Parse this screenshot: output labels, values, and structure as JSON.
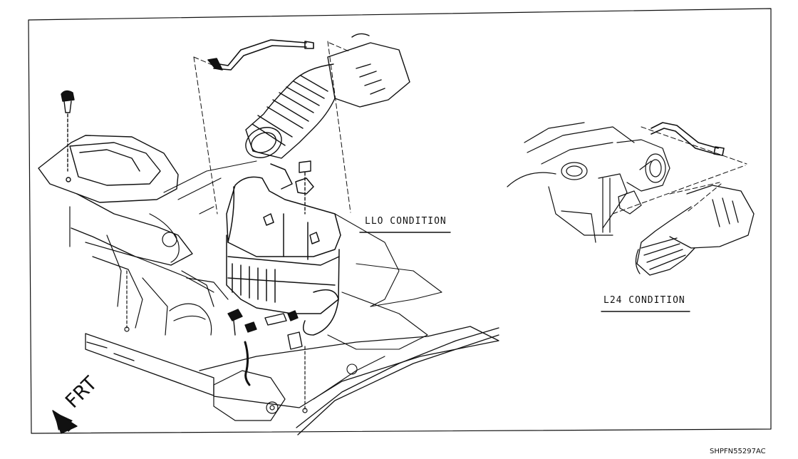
{
  "labels": {
    "llo_condition": "LLO CONDITION",
    "l24_condition": "L24 CONDITION",
    "front": "FRT",
    "figure_code": "SHPFN55297AC"
  },
  "icons": {
    "front_arrow": "front-arrow-icon"
  },
  "colors": {
    "ink": "#111111",
    "paper": "#ffffff"
  }
}
